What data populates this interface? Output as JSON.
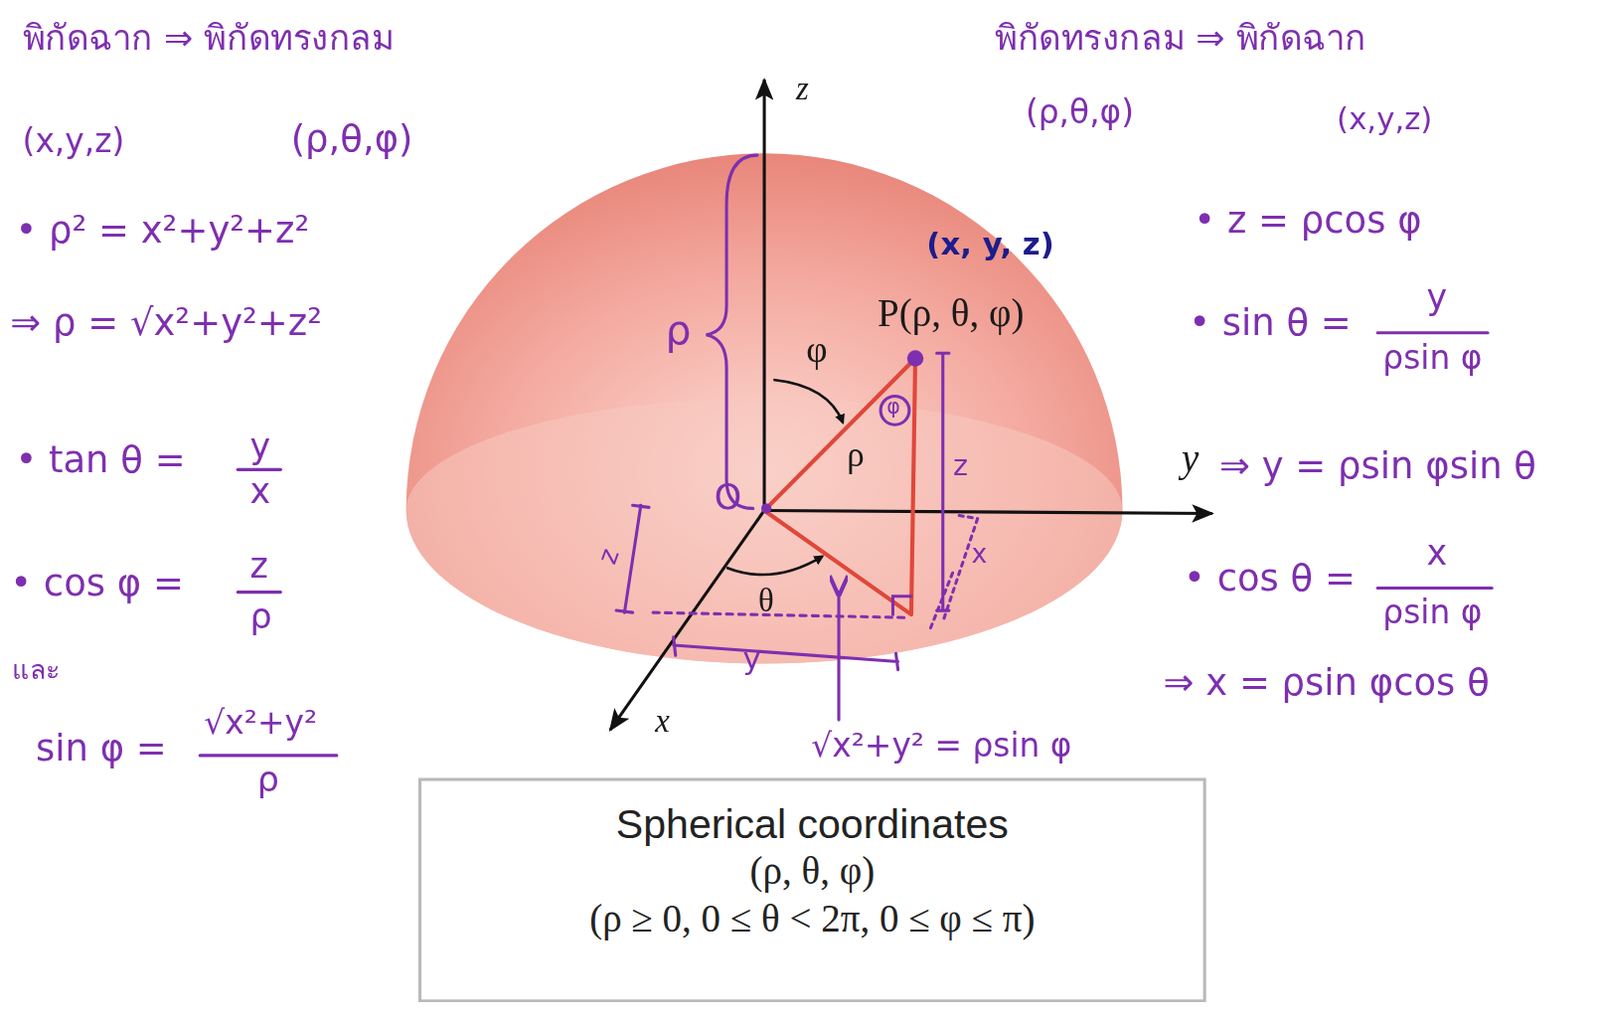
{
  "diagram": {
    "nodes": [
      {
        "text": [
          "Spherical coordinates",
          "(ρ, θ, φ)",
          "(ρ ≥ 0, 0 ≤ θ < 2π, 0 ≤ φ ≤ π)"
        ]
      }
    ],
    "labels": [
      "พิกัดฉาก ⇒ พิกัดทรงกลม",
      "(x,y,z)",
      "(ρ,θ,φ)",
      "• ρ² = x²+y²+z²",
      "⇒ ρ = √x²+y²+z²",
      "• tan θ =",
      "y",
      "x",
      "• cos φ =",
      "z",
      "ρ",
      "และ",
      "sin φ =",
      "√x²+y²",
      "ρ",
      "พิกัดทรงกลม ⇒ พิกัดฉาก",
      "(ρ,θ,φ)",
      "(x,y,z)",
      "• z = ρcos φ",
      "• sin θ =",
      "y",
      "ρsin φ",
      "⇒ y = ρsin φsin θ",
      "• cos θ =",
      "x",
      "ρsin φ",
      "⇒ x = ρsin φcos θ",
      "z",
      "y",
      "x",
      "(x, y, z)",
      "P(ρ, θ, φ)",
      "φ",
      "ρ",
      "θ",
      "φ",
      "z",
      "ρ",
      "O",
      "z",
      "x",
      "y",
      "√x²+y² = ρsin φ"
    ]
  }
}
